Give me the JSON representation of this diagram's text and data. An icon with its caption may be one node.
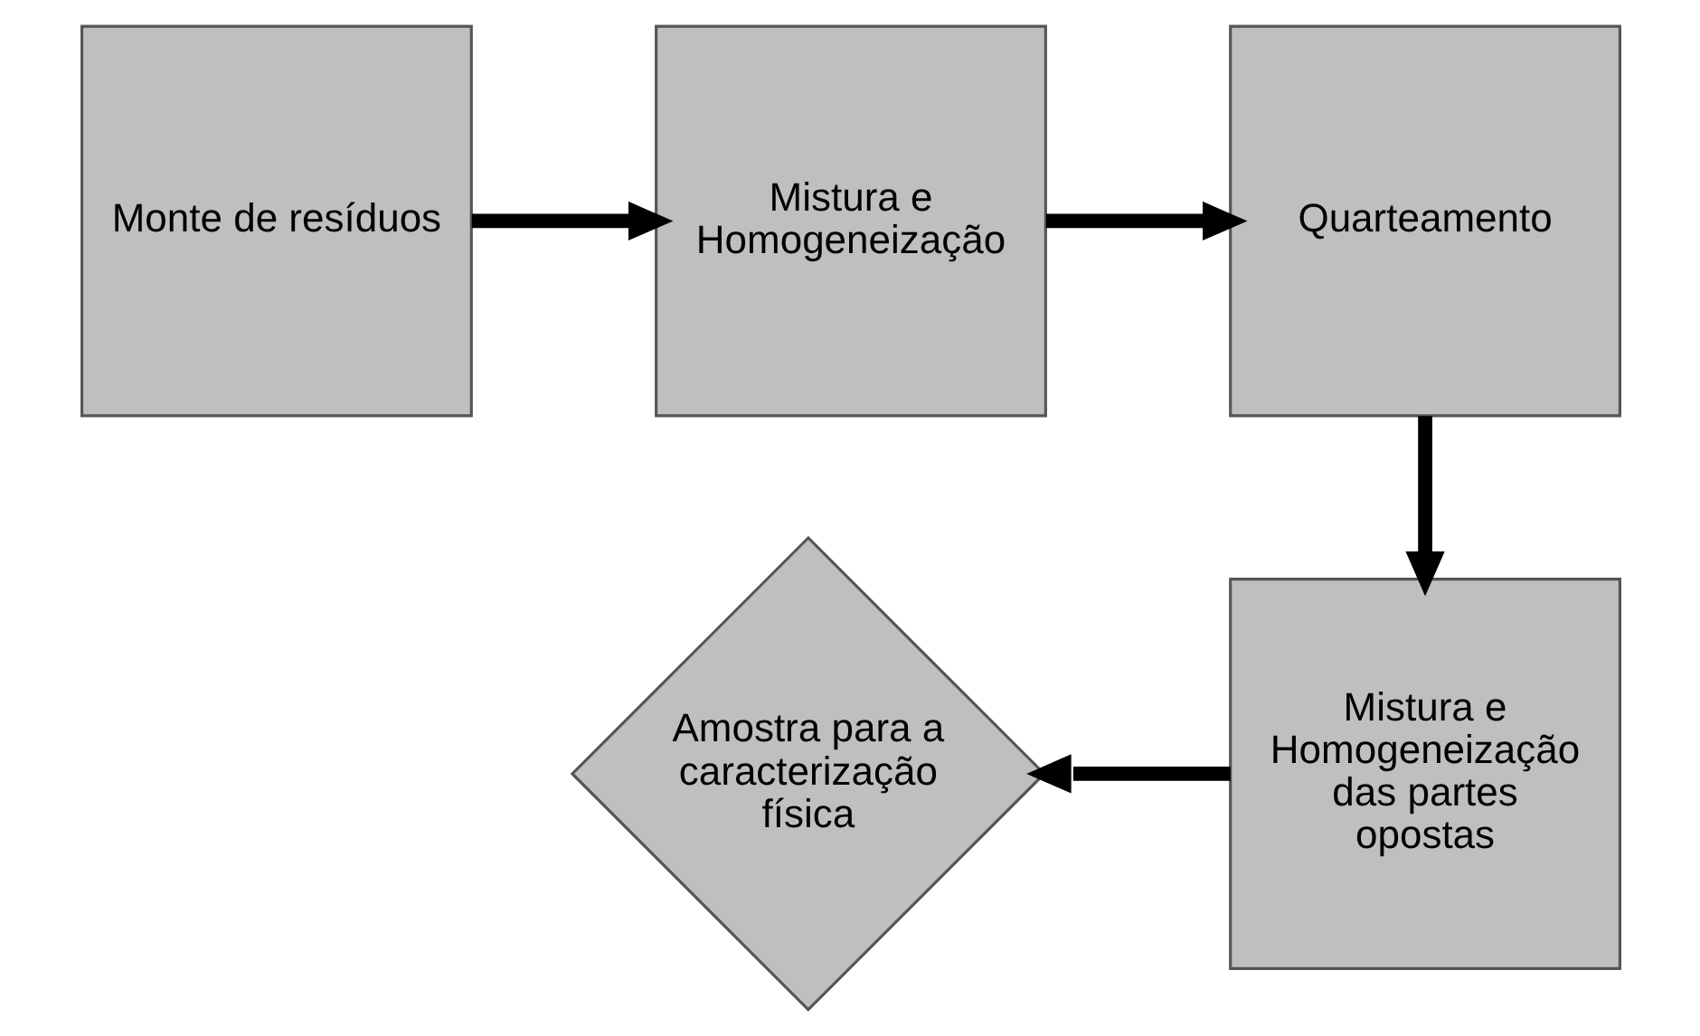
{
  "diagram": {
    "nodes": [
      {
        "text": [
          "Monte de resíduos"
        ]
      },
      {
        "text": [
          "Mistura e Homogeneização"
        ]
      },
      {
        "text": [
          "Quarteamento"
        ]
      },
      {
        "text": [
          "Mistura e Homogeneização das partes opostas"
        ]
      },
      {
        "text": [
          "Amostra para a caracterização física"
        ]
      }
    ],
    "edges": [
      {
        "from": 0,
        "to": 1,
        "arrow": "to"
      },
      {
        "from": 1,
        "to": 2,
        "arrow": "to"
      },
      {
        "from": 2,
        "to": 3,
        "arrow": "to"
      },
      {
        "from": 3,
        "to": 4,
        "arrow": "to"
      }
    ]
  }
}
